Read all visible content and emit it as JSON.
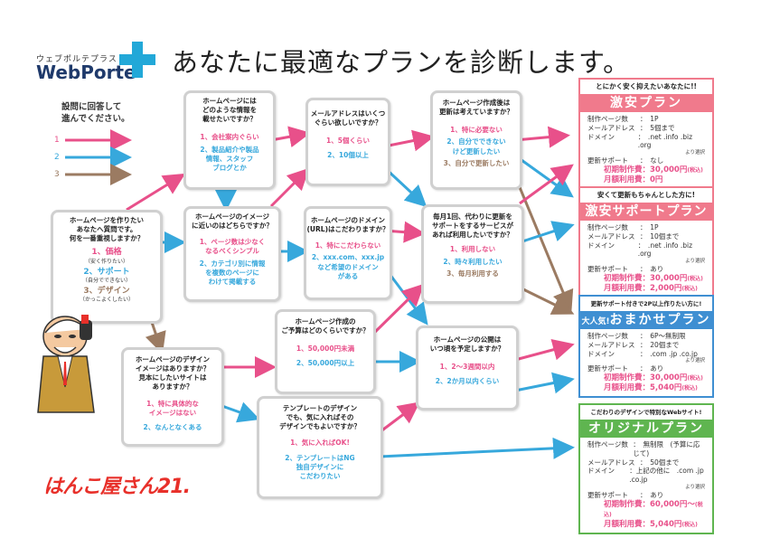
{
  "header": {
    "logo_sub": "ウェブポルテプラス",
    "logo_main": "WebPorte",
    "title": "あなたに最適なプランを診断します。"
  },
  "legend": {
    "title": "設問に回答して\n進んでください。",
    "items": [
      "1",
      "2",
      "3"
    ],
    "colors": {
      "1": "#e8508a",
      "2": "#37a8dc",
      "3": "#9b7b62"
    }
  },
  "questions": {
    "q_start": {
      "title": "ホームページを作りたい\nあなたへ質問です。\n何を一番重視しますか？",
      "opts": [
        {
          "main": "1、価格",
          "sub": "（安く作りたい）"
        },
        {
          "main": "2、サポート",
          "sub": "（自分でできない）"
        },
        {
          "main": "3、デザイン",
          "sub": "（かっこよくしたい）"
        }
      ]
    },
    "q_info": {
      "title": "ホームページには\nどのような情報を\n載せたいですか？",
      "o1": "1、会社案内ぐらい",
      "o2": "2、製品紹介や製品\n情報、スタッフ\nブログとか"
    },
    "q_image": {
      "title": "ホームページのイメージ\nに近いのはどちらですか？",
      "o1": "1、ページ数は少なく\nなるべくシンプル",
      "o2": "2、カテゴリ別に情報\nを複数のページに\nわけて掲載する"
    },
    "q_mail": {
      "title": "メールアドレスはいくつ\nぐらい欲しいですか？",
      "o1": "1、5個くらい",
      "o2": "2、10個以上"
    },
    "q_domain": {
      "title": "ホームページのドメイン\n(URL)はこだわりますか？",
      "o1": "1、特にこだわらない",
      "o2": "2、xxx.com、xxx.jp\nなど希望のドメイン\nがある"
    },
    "q_update": {
      "title": "ホームページ作成後は\n更新は考えていますか？",
      "o1": "1、特に必要ない",
      "o2": "2、自分でできない\nけど更新したい",
      "o3": "3、自分で更新したい"
    },
    "q_monthly": {
      "title": "毎月1回、代わりに更新を\nサポートをするサービスが\nあれば利用したいですか？",
      "o1": "1、利用しない",
      "o2": "2、時々利用したい",
      "o3": "3、毎月利用する"
    },
    "q_budget": {
      "title": "ホームページ作成の\nご予算はどのくらいですか？",
      "o1": "1、50,000円未満",
      "o2": "2、50,000円以上"
    },
    "q_publish": {
      "title": "ホームページの公開は\nいつ頃を予定しますか？",
      "o1": "1、2～3週間以内",
      "o2": "2、2か月以内くらい"
    },
    "q_design": {
      "title": "ホームページのデザイン\nイメージはありますか？\n見本にしたいサイトは\nありますか？",
      "o1": "1、特に具体的な\nイメージはない",
      "o2": "2、なんとなくある"
    },
    "q_template": {
      "title": "テンプレートのデザイン\nでも、気に入ればその\nデザインでもよいですか？",
      "o1": "1、気に入ればOK!",
      "o2": "2、テンプレートはNG\n独自デザインに\nこだわりたい"
    }
  },
  "plans": [
    {
      "tag": "とにかく安く抑えたいあなたに!!",
      "name": "激安プラン",
      "color": "#f07a8c",
      "rows": [
        [
          "制作ページ数",
          "：　1P"
        ],
        [
          "メールアドレス",
          "：　5個まで"
        ],
        [
          "ドメイン",
          "：　.net .info .biz .org"
        ],
        [
          "更新サポート",
          "：　なし"
        ]
      ],
      "note": "より選択",
      "fees": [
        [
          "初期制作費",
          "：30,000円",
          "(税込)"
        ],
        [
          "月額利用費",
          "：0円",
          ""
        ]
      ]
    },
    {
      "tag": "安くて更新もちゃんとした方に!",
      "name": "激安サポートプラン",
      "color": "#f07a8c",
      "rows": [
        [
          "制作ページ数",
          "：　1P"
        ],
        [
          "メールアドレス",
          "：　10個まで"
        ],
        [
          "ドメイン",
          "：　.net .info .biz .org"
        ],
        [
          "更新サポート",
          "：　あり"
        ]
      ],
      "note": "より選択",
      "fees": [
        [
          "初期制作費",
          "：30,000円",
          "(税込)"
        ],
        [
          "月額利用費",
          "：2,000円",
          "(税込)"
        ]
      ]
    },
    {
      "tag": "更新サポート付きで2P以上作りたい方に!",
      "name": "おまかせプラン",
      "badge": "大人気!",
      "color": "#3f8fd2",
      "rows": [
        [
          "制作ページ数",
          "：　6P～無制限"
        ],
        [
          "メールアドレス",
          "：　20個まで"
        ],
        [
          "ドメイン",
          "：　.com .jp .co.jp"
        ],
        [
          "更新サポート",
          "：　あり"
        ]
      ],
      "note": "より選択",
      "fees": [
        [
          "初期制作費",
          "：30,000円",
          "(税込)"
        ],
        [
          "月額利用費",
          "：5,040円",
          "(税込)"
        ]
      ]
    },
    {
      "tag": "こだわりのデザインで特別なWebサイト!",
      "name": "オリジナルプラン",
      "color": "#5fb550",
      "rows": [
        [
          "制作ページ数",
          "：　無制限　(予算に応じて)"
        ],
        [
          "メールアドレス",
          "：　50個まで"
        ],
        [
          "ドメイン",
          "：上記の他に　.com .jp .co.jp"
        ],
        [
          "更新サポート",
          "：　あり"
        ]
      ],
      "note": "より選択",
      "fees": [
        [
          "初期制作費",
          "：60,000円～",
          "(税込)"
        ],
        [
          "月額利用費",
          "：5,040円",
          "(税込)"
        ]
      ]
    }
  ],
  "footer_logo": "はんこ屋さん21."
}
